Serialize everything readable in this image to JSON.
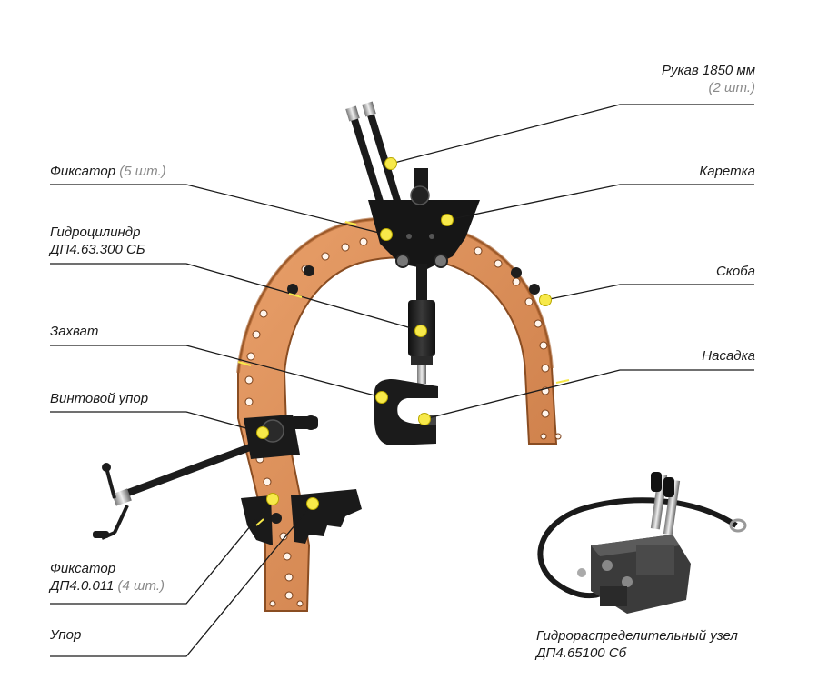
{
  "labels": {
    "rukav": {
      "name": "Рукав 1850 мм",
      "qty": "(2 шт.)"
    },
    "fiksator_top": {
      "name": "Фиксатор",
      "qty": "(5 шт.)"
    },
    "karetka": {
      "name": "Каретка"
    },
    "gidrocilindr": {
      "line1": "Гидроцилиндр",
      "line2": "ДП4.63.300 СБ"
    },
    "skoba": {
      "name": "Скоба"
    },
    "zahvat": {
      "name": "Захват"
    },
    "nasadka": {
      "name": "Насадка"
    },
    "vintovoy_upor": {
      "name": "Винтовой упор"
    },
    "fiksator_bottom": {
      "line1": "Фиксатор",
      "line2": "ДП4.0.011",
      "qty": "(4 шт.)"
    },
    "upor": {
      "name": "Упор"
    },
    "gidroraspredelitel": {
      "line1": "Гидрораспределительный узел",
      "line2": "ДП4.65100 Сб"
    }
  },
  "colors": {
    "bracket": "#d98b55",
    "bracket_edge": "#8a4d22",
    "steel": "#1c1c1c",
    "leader": "#1a1a1a",
    "marker": "#f7e94a",
    "marker_stroke": "#b9a800",
    "qty_text": "#8a8a8a"
  }
}
